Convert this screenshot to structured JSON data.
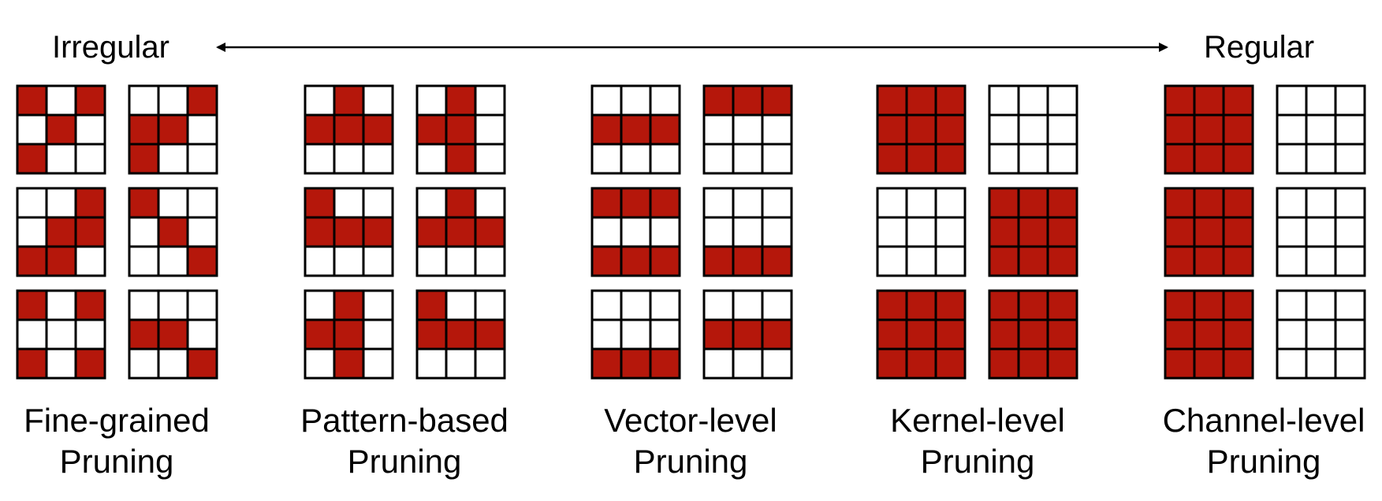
{
  "axis": {
    "left_label": "Irregular",
    "right_label": "Regular"
  },
  "colors": {
    "pruned_fill": "#B5170B",
    "empty_fill": "#FFFFFF",
    "stroke": "#000000"
  },
  "groups": [
    {
      "line1": "Fine-grained",
      "line2": "Pruning",
      "kernels": [
        [
          [
            1,
            0,
            1
          ],
          [
            0,
            1,
            0
          ],
          [
            1,
            0,
            0
          ]
        ],
        [
          [
            0,
            0,
            1
          ],
          [
            1,
            1,
            0
          ],
          [
            1,
            0,
            0
          ]
        ],
        [
          [
            0,
            0,
            1
          ],
          [
            0,
            1,
            1
          ],
          [
            1,
            1,
            0
          ]
        ],
        [
          [
            1,
            0,
            0
          ],
          [
            0,
            1,
            0
          ],
          [
            0,
            0,
            1
          ]
        ],
        [
          [
            1,
            0,
            1
          ],
          [
            0,
            0,
            0
          ],
          [
            1,
            0,
            1
          ]
        ],
        [
          [
            0,
            0,
            0
          ],
          [
            1,
            1,
            0
          ],
          [
            0,
            0,
            1
          ]
        ]
      ]
    },
    {
      "line1": "Pattern-based",
      "line2": "Pruning",
      "kernels": [
        [
          [
            0,
            1,
            0
          ],
          [
            1,
            1,
            1
          ],
          [
            0,
            0,
            0
          ]
        ],
        [
          [
            0,
            1,
            0
          ],
          [
            1,
            1,
            0
          ],
          [
            0,
            1,
            0
          ]
        ],
        [
          [
            1,
            0,
            0
          ],
          [
            1,
            1,
            1
          ],
          [
            0,
            0,
            0
          ]
        ],
        [
          [
            0,
            1,
            0
          ],
          [
            1,
            1,
            1
          ],
          [
            0,
            0,
            0
          ]
        ],
        [
          [
            0,
            1,
            0
          ],
          [
            1,
            1,
            0
          ],
          [
            0,
            1,
            0
          ]
        ],
        [
          [
            1,
            0,
            0
          ],
          [
            1,
            1,
            1
          ],
          [
            0,
            0,
            0
          ]
        ]
      ]
    },
    {
      "line1": "Vector-level",
      "line2": "Pruning",
      "kernels": [
        [
          [
            0,
            0,
            0
          ],
          [
            1,
            1,
            1
          ],
          [
            0,
            0,
            0
          ]
        ],
        [
          [
            1,
            1,
            1
          ],
          [
            0,
            0,
            0
          ],
          [
            0,
            0,
            0
          ]
        ],
        [
          [
            1,
            1,
            1
          ],
          [
            0,
            0,
            0
          ],
          [
            1,
            1,
            1
          ]
        ],
        [
          [
            0,
            0,
            0
          ],
          [
            0,
            0,
            0
          ],
          [
            1,
            1,
            1
          ]
        ],
        [
          [
            0,
            0,
            0
          ],
          [
            0,
            0,
            0
          ],
          [
            1,
            1,
            1
          ]
        ],
        [
          [
            0,
            0,
            0
          ],
          [
            1,
            1,
            1
          ],
          [
            0,
            0,
            0
          ]
        ]
      ]
    },
    {
      "line1": "Kernel-level",
      "line2": "Pruning",
      "kernels": [
        [
          [
            1,
            1,
            1
          ],
          [
            1,
            1,
            1
          ],
          [
            1,
            1,
            1
          ]
        ],
        [
          [
            0,
            0,
            0
          ],
          [
            0,
            0,
            0
          ],
          [
            0,
            0,
            0
          ]
        ],
        [
          [
            0,
            0,
            0
          ],
          [
            0,
            0,
            0
          ],
          [
            0,
            0,
            0
          ]
        ],
        [
          [
            1,
            1,
            1
          ],
          [
            1,
            1,
            1
          ],
          [
            1,
            1,
            1
          ]
        ],
        [
          [
            1,
            1,
            1
          ],
          [
            1,
            1,
            1
          ],
          [
            1,
            1,
            1
          ]
        ],
        [
          [
            1,
            1,
            1
          ],
          [
            1,
            1,
            1
          ],
          [
            1,
            1,
            1
          ]
        ]
      ]
    },
    {
      "line1": "Channel-level",
      "line2": "Pruning",
      "kernels": [
        [
          [
            1,
            1,
            1
          ],
          [
            1,
            1,
            1
          ],
          [
            1,
            1,
            1
          ]
        ],
        [
          [
            0,
            0,
            0
          ],
          [
            0,
            0,
            0
          ],
          [
            0,
            0,
            0
          ]
        ],
        [
          [
            1,
            1,
            1
          ],
          [
            1,
            1,
            1
          ],
          [
            1,
            1,
            1
          ]
        ],
        [
          [
            0,
            0,
            0
          ],
          [
            0,
            0,
            0
          ],
          [
            0,
            0,
            0
          ]
        ],
        [
          [
            1,
            1,
            1
          ],
          [
            1,
            1,
            1
          ],
          [
            1,
            1,
            1
          ]
        ],
        [
          [
            0,
            0,
            0
          ],
          [
            0,
            0,
            0
          ],
          [
            0,
            0,
            0
          ]
        ]
      ]
    }
  ]
}
